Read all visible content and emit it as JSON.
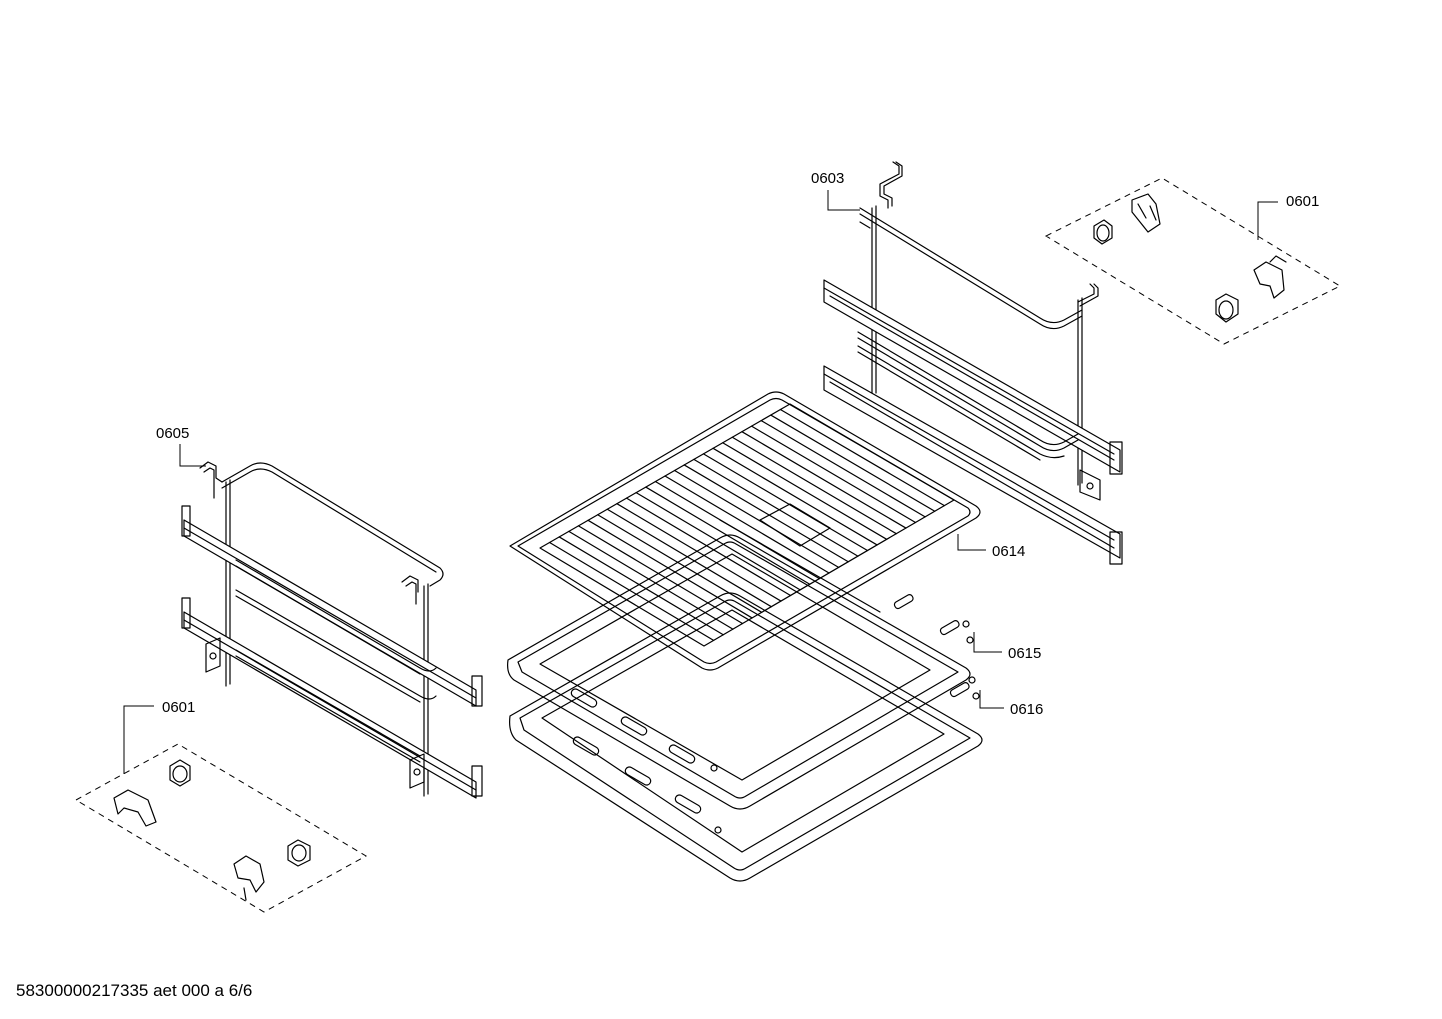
{
  "callouts": {
    "c0603": "0603",
    "c0601_right": "0601",
    "c0605": "0605",
    "c0614": "0614",
    "c0615": "0615",
    "c0616": "0616",
    "c0601_left": "0601"
  },
  "footer": {
    "doc_id": "58300000217335 aet 000 a 6/6"
  }
}
